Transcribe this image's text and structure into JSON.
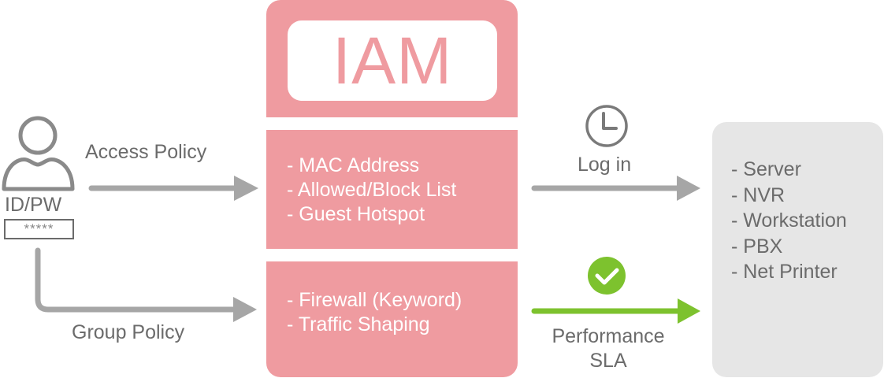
{
  "user": {
    "icon": "person-icon",
    "credential_label": "ID/PW",
    "password_mask": "*****"
  },
  "flows": {
    "access_policy": "Access Policy",
    "group_policy": "Group Policy",
    "login": "Log in",
    "login_icon": "clock-icon",
    "performance": "Performance\nSLA",
    "performance_icon": "check-circle-icon"
  },
  "iam": {
    "title": "IAM",
    "access_features": [
      "- MAC Address",
      "- Allowed/Block List",
      "- Guest Hotspot"
    ],
    "group_features": [
      "- Firewall (Keyword)",
      "- Traffic Shaping"
    ]
  },
  "targets": {
    "items": [
      "- Server",
      "- NVR",
      "- Workstation",
      "- PBX",
      "- Net Printer"
    ]
  },
  "colors": {
    "iam_pink": "#ef9ba0",
    "arrow_gray": "#a6a6a6",
    "text_gray": "#6b6b6b",
    "success_green": "#7dc22e",
    "panel_gray": "#e6e6e6"
  }
}
